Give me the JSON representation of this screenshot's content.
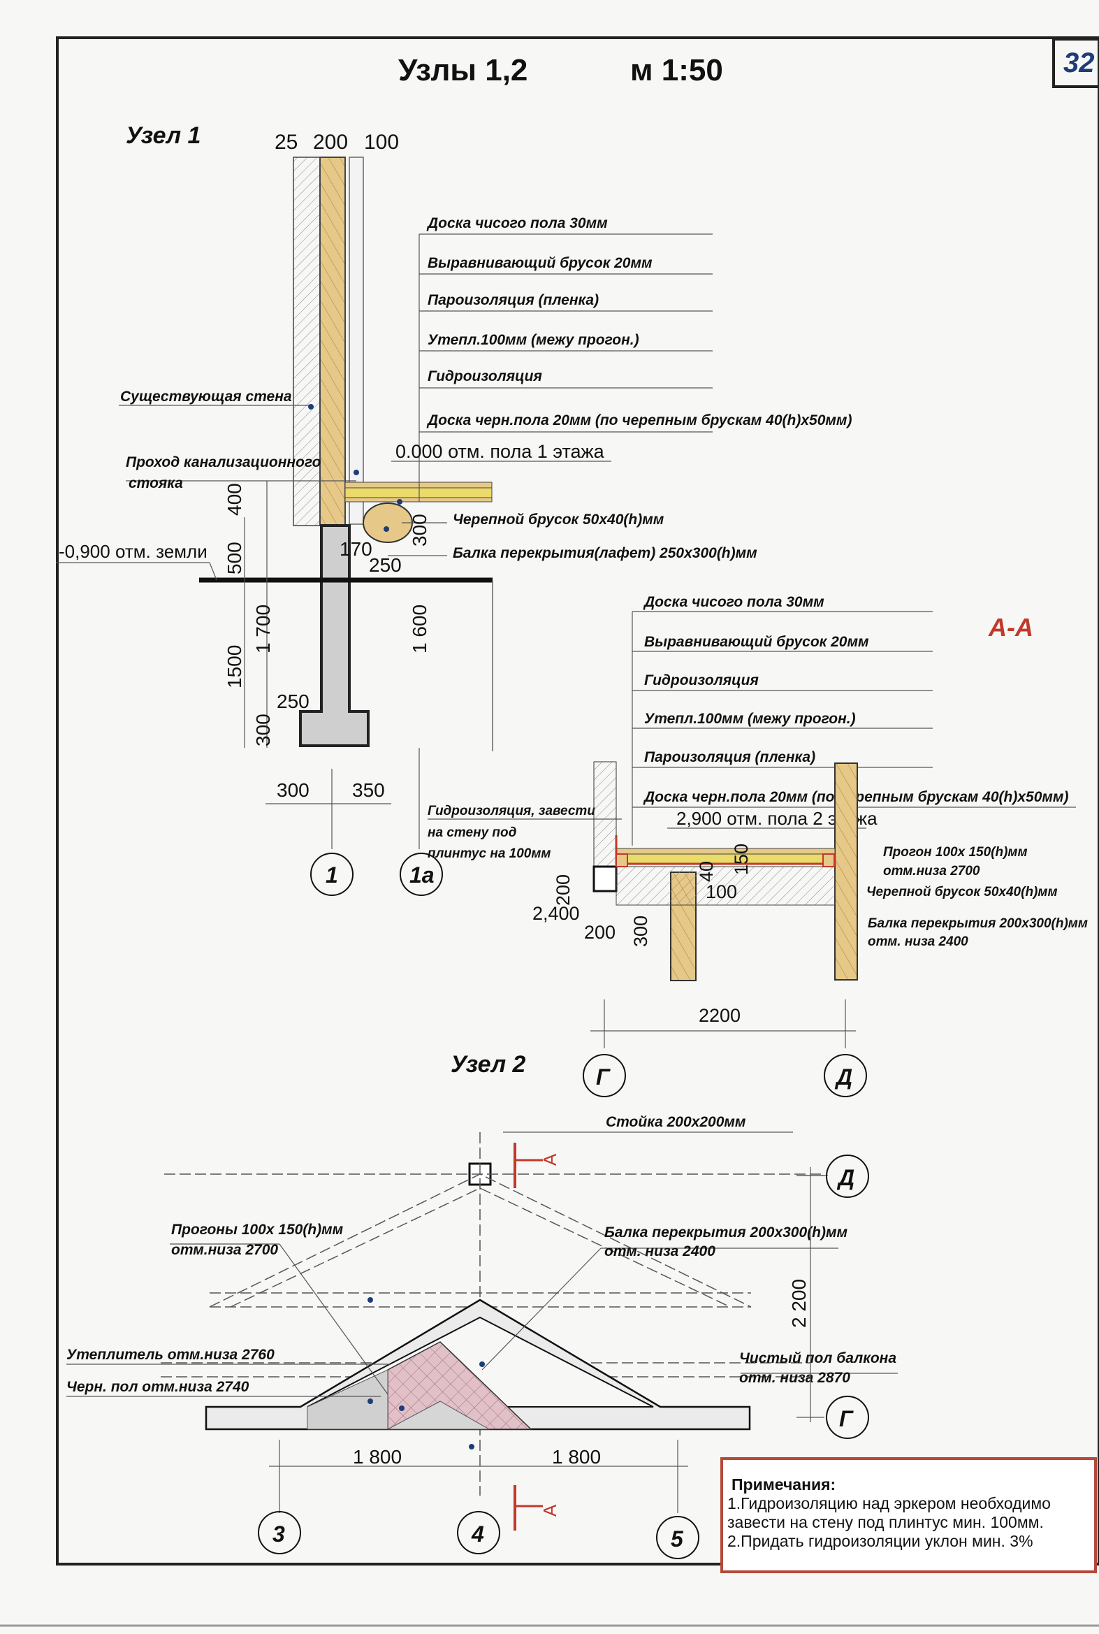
{
  "title": "Узлы 1,2",
  "scale": "м 1:50",
  "sheet_number": "32",
  "node1": {
    "heading": "Узел 1",
    "dims_top": [
      "25",
      "200",
      "100"
    ],
    "layers": [
      "Доска чисого пола 30мм",
      "Выравнивающий брусок 20мм",
      "Пароизоляция (пленка)",
      "Утепл.100мм (межу прогон.)",
      "Гидроизоляция",
      "Доска черн.пола 20мм (по черепным брускам 40(h)x50мм)"
    ],
    "existing_wall": "Существующая стена",
    "sewer_pass_1": "Проход канализационного",
    "sewer_pass_2": "стояка",
    "floor_mark": "0.000 отм. пола 1 этажа",
    "ground_mark": "-0,900 отм. земли",
    "cranial_bar": "Черепной брусок 50x40(h)мм",
    "floor_beam": "Балка перекрытия(лафет) 250x300(h)мм",
    "dims": {
      "d400": "400",
      "d500": "500",
      "d1700": "1 700",
      "d1500": "1500",
      "d300a": "300",
      "d170": "170",
      "d250a": "250",
      "d1600": "1 600",
      "d300b": "300",
      "d250b": "250",
      "d300c": "300",
      "d350": "350"
    },
    "axes": [
      "1",
      "1а"
    ]
  },
  "section_aa": {
    "label": "А-А",
    "layers": [
      "Доска чисого пола 30мм",
      "Выравнивающий брусок 20мм",
      "Гидроизоляция",
      "Утепл.100мм (межу прогон.)",
      "Пароизоляция (пленка)",
      "Доска черн.пола 20мм (по черепным брускам 40(h)x50мм)"
    ],
    "waterproof_note": [
      "Гидроизоляция, завести",
      "на стену под",
      "плинтус на 100мм"
    ],
    "floor2_mark": "2,900 отм. пола 2 этажа",
    "purlin": [
      "Прогон 100x 150(h)мм",
      "отм.низа 2700"
    ],
    "cranial_bar": "Черепной брусок 50x40(h)мм",
    "beam": [
      "Балка перекрытия 200x300(h)мм",
      "отм. низа 2400"
    ],
    "dims": {
      "d40": "40",
      "d150": "150",
      "d100": "100",
      "d200a": "200",
      "d2400": "2,400",
      "d200b": "200",
      "d300": "300",
      "d2200": "2200"
    },
    "axes": [
      "Г",
      "Д"
    ]
  },
  "node2": {
    "heading": "Узел 2",
    "post": "Стойка 200x200мм",
    "section_mark": "А",
    "purlins": [
      "Прогоны  100x 150(h)мм",
      "отм.низа 2700"
    ],
    "beam": [
      "Балка перекрытия 200x300(h)мм",
      "отм. низа 2400"
    ],
    "insulation": "Утеплитель отм.низа 2760",
    "rough_floor": "Черн. пол отм.низа 2740",
    "balcony_floor": [
      "Чистый пол балкона",
      "отм. низа 2870"
    ],
    "dims": {
      "left": "1 800",
      "right": "1 800",
      "vertical": "2 200"
    },
    "axes_bottom": [
      "3",
      "4",
      "5"
    ],
    "axes_right": [
      "Д",
      "Г"
    ]
  },
  "notes": {
    "heading": "Примечания:",
    "items": [
      "1.Гидроизоляцию над эркером необходимо",
      "завести на стену под плинтус мин. 100мм.",
      "2.Придать гидроизоляции уклон мин. 3%"
    ]
  },
  "colors": {
    "accent_red": "#c0392b",
    "wood": "#e6c889",
    "insul": "#eadb6a",
    "concrete": "#d0d0d0",
    "sheet_blue": "#1f3c78"
  }
}
